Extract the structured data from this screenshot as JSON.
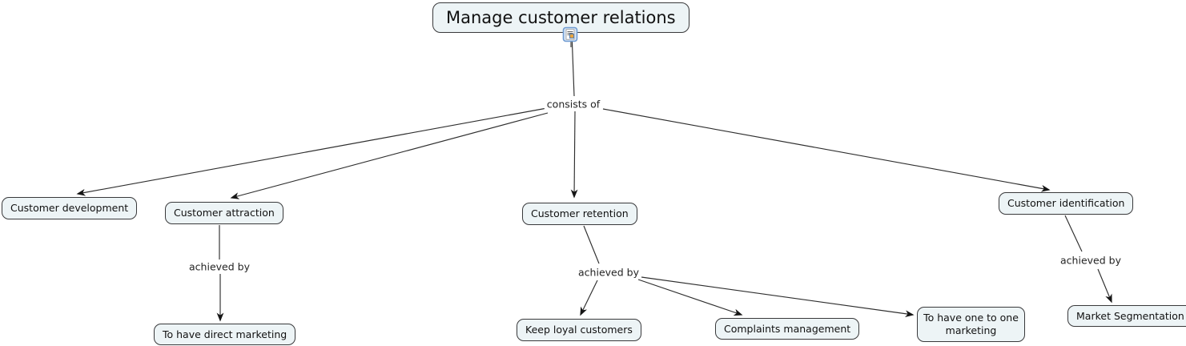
{
  "concept_map": {
    "root_label": "Manage customer relations",
    "nodes": [
      {
        "id": "customer-development",
        "label": "Customer development"
      },
      {
        "id": "customer-attraction",
        "label": "Customer attraction"
      },
      {
        "id": "customer-retention",
        "label": "Customer retention"
      },
      {
        "id": "customer-identification",
        "label": "Customer identification"
      },
      {
        "id": "to-have-direct-marketing",
        "label": "To have direct marketing"
      },
      {
        "id": "keep-loyal-customers",
        "label": "Keep loyal customers"
      },
      {
        "id": "complaints-management",
        "label": "Complaints management"
      },
      {
        "id": "to-have-one-to-one-marketing",
        "label": "To have one to one marketing"
      },
      {
        "id": "market-segmentation",
        "label": "Market Segmentation"
      }
    ],
    "link_labels": [
      {
        "id": "consists-of",
        "label": "consists of"
      },
      {
        "id": "achieved-by-attraction",
        "label": "achieved by"
      },
      {
        "id": "achieved-by-retention",
        "label": "achieved by"
      },
      {
        "id": "achieved-by-identification",
        "label": "achieved by"
      }
    ],
    "icons": {
      "root_attachment": "resource-icon"
    },
    "colors": {
      "background": "#ffffff",
      "node_fill": "#edf4f6",
      "node_border": "#39393b",
      "line": "#2e2e2e",
      "text": "#111111",
      "icon_border": "#6f9bd1",
      "icon_fill": "#d9e6f5"
    }
  }
}
